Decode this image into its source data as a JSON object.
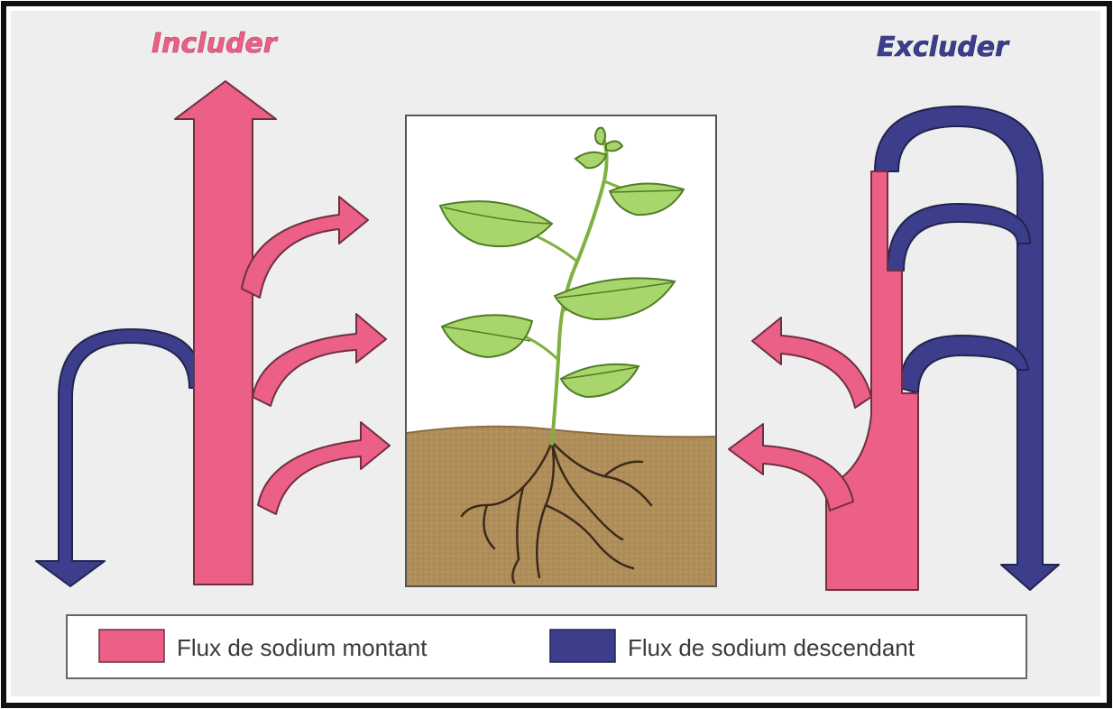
{
  "diagram": {
    "left_title": "Includer",
    "right_title": "Excluder",
    "colors": {
      "up_flux": "#ec5f86",
      "down_flux": "#3c3e8c",
      "soil": "#b08e5a",
      "leaf": "#a9d56d"
    }
  },
  "legend": {
    "up_label": "Flux de sodium montant",
    "down_label": "Flux de sodium descendant"
  }
}
